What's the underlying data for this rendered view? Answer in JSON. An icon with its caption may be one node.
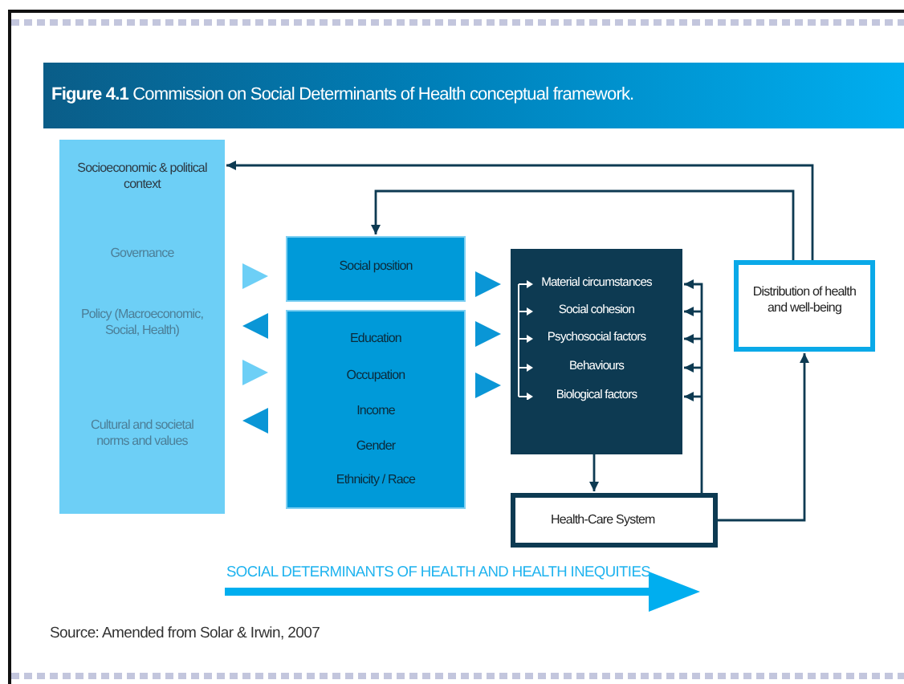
{
  "diagram": {
    "title": "**Figure 4.1** Commission on Social Determinants of Health conceptual framework.",
    "caption": "Source: Amended from Solar & Irwin, 2007",
    "nodes": [
      {
        "text": [
          "Socioeconomic & political context",
          "Governance",
          "Policy (Macroeconomic, Social, Health)",
          "Cultural and societal norms and values"
        ]
      },
      {
        "text": [
          "Social position"
        ]
      },
      {
        "text": [
          "Education",
          "Occupation",
          "Income",
          "Gender",
          "Ethnicity / Race"
        ]
      },
      {
        "text": [
          "Material circumstances",
          "Social cohesion",
          "Psychosocial factors",
          "Behaviours",
          "Biological factors"
        ]
      },
      {
        "text": [
          "Health-Care System"
        ]
      },
      {
        "text": [
          "Distribution of health and well-being"
        ]
      }
    ],
    "edges": [
      {
        "from": 5,
        "to": 0,
        "arrow": "to",
        "color": "#0d3a52"
      },
      {
        "from": 5,
        "to": 1,
        "arrow": "to",
        "color": "#0d3a52"
      },
      {
        "from": 0,
        "to": 1,
        "arrow": "to",
        "color": "#6dcff6"
      },
      {
        "from": 2,
        "to": 0,
        "arrow": "to"
      },
      {
        "from": 0,
        "to": 2,
        "arrow": "to",
        "color": "#6dcff6"
      },
      {
        "from": 2,
        "to": 0,
        "arrow": "to"
      },
      {
        "from": 1,
        "to": 3,
        "arrow": "to"
      },
      {
        "from": 2,
        "to": 3,
        "arrow": "to"
      },
      {
        "from": 2,
        "to": 3,
        "arrow": "to"
      },
      {
        "from": 3,
        "to": 4,
        "arrow": "to",
        "color": "#0d3a52"
      },
      {
        "from": 4,
        "to": 5,
        "arrow": "to",
        "color": "#0d3a52"
      },
      {
        "from": 4,
        "to": 3,
        "arrow": "to",
        "color": "#0d3a52"
      }
    ],
    "labels": [
      "SOCIAL DETERMINANTS OF HEALTH AND HEALTH INEQUITIES"
    ]
  }
}
